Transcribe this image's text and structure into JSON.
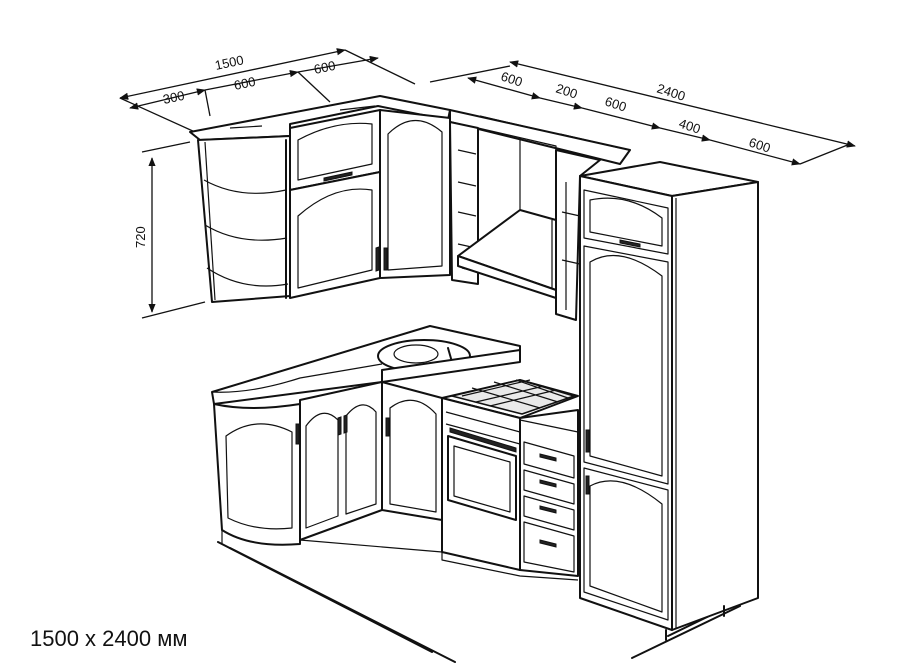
{
  "caption": "1500 x 2400 мм",
  "dimensions": {
    "left_total": "1500",
    "left_seg_1": "300",
    "left_seg_2": "600",
    "left_seg_3": "600",
    "right_total": "2400",
    "right_seg_1": "600",
    "right_seg_2": "200",
    "right_seg_3": "600",
    "right_seg_4": "400",
    "right_seg_5": "600",
    "height": "720"
  }
}
